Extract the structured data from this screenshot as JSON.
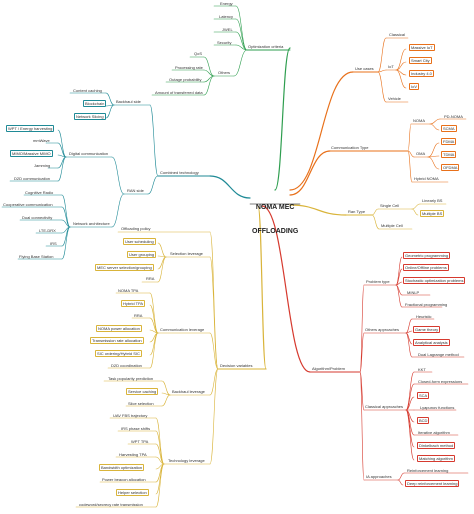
{
  "center": {
    "line1": "NOMA MEC",
    "line2": "OFFLOADING"
  },
  "colors": {
    "optimization": "#2e9e4f",
    "use_cases": "#e8701a",
    "communication": "#e8701a",
    "ran": "#1f8a96",
    "decision": "#d9b43a",
    "algorithm": "#d63a2f"
  },
  "optimization": {
    "root": "Optimization criteria",
    "items": [
      "Energy",
      "Latency",
      "JWEL",
      "Security"
    ],
    "others": "Others",
    "qos": "QoS",
    "processing": "Processing rate",
    "outage": "Outage probability",
    "transferred": "Amount of transferred data"
  },
  "use_cases": {
    "root": "Use cases",
    "classical": "Classical",
    "iot": "IoT",
    "iot_items": [
      "Massive IoT",
      "Smart City",
      "Industry 4.0",
      "IoV"
    ],
    "vehicle": "Vehicle"
  },
  "comm": {
    "root": "Communication Type",
    "noma": "NOMA",
    "pd_noma": "PD-NOMA",
    "scma": "SCMA",
    "oma": "OMA",
    "oma_items": [
      "FDMA",
      "TDMA",
      "OFDMA"
    ],
    "hybrid": "Hybrid NOMA"
  },
  "ran_type": {
    "root": "Ran Type",
    "single": "Single Cell",
    "multiple": "Multiple Cell",
    "linearly": "Linearly BS",
    "multiple_bs": "Multiple BS"
  },
  "combined": {
    "root": "Combined technology",
    "backhaul": "Backhaul side",
    "backhaul_items": [
      "Content caching",
      "Blockchain",
      "Network Slicing"
    ],
    "ran_side": "RAN side",
    "digital": "Digital communication",
    "digital_items": [
      "WPT / Energy harvesting",
      "mmWave",
      "MIMO/Massive MIMO",
      "Jamming",
      "D2D communication"
    ],
    "network_arch": "Network architecture",
    "arch_items": [
      "Cognitive Radio",
      "Cooperative communication",
      "Dual connectivity",
      "LTE-DRX",
      "IRS",
      "Flying Base Station"
    ]
  },
  "decision": {
    "root": "Decision variables",
    "offloading": "Offloading policy",
    "selection": "Selection leverage",
    "selection_items": [
      "User scheduling",
      "User grouping",
      "MEC server selection/grouping",
      "RRA"
    ],
    "communication": "Communication leverage",
    "communication_items": [
      "NOMA TPA",
      "Hybrid TPA",
      "RRA",
      "NOMA power allocation",
      "Transmission rate allocation",
      "SIC ordering/Hybrid SIC",
      "D2D coordination"
    ],
    "backhaul": "Backhaul leverage",
    "backhaul_items": [
      "Task popularity prediction",
      "Service caching",
      "Slice selection"
    ],
    "technology": "Technology leverage",
    "technology_items": [
      "UAV FBS trajectory",
      "IRS phase shifts",
      "WPT TPA",
      "Harvesting TPA",
      "Bandwidth optimization",
      "Power beacon allocation",
      "Helper selection",
      "codeword/secrecy rate transmission"
    ]
  },
  "algorithm": {
    "root": "Algorithm/Problem",
    "problem_type": "Problem type",
    "problem_items": [
      "Geometric programming",
      "Online/Offline problems",
      "Stochastic optimization problems",
      "MINLP",
      "Fractional programming"
    ],
    "others": "Others approaches",
    "others_items": [
      "Heuristic",
      "Game theory",
      "Analytical analysis",
      "Dual Lagrange method"
    ],
    "classical": "Classical approaches",
    "classical_items": [
      "KKT",
      "Closed-form expressions",
      "SCA",
      "Lyapunov functions",
      "BCD",
      "Iterative algorithm",
      "Dinkelbach method",
      "Matching algorithm"
    ],
    "ia": "IA approaches",
    "ia_items": [
      "Reinforcement learning",
      "Deep reinforcement learning"
    ]
  }
}
